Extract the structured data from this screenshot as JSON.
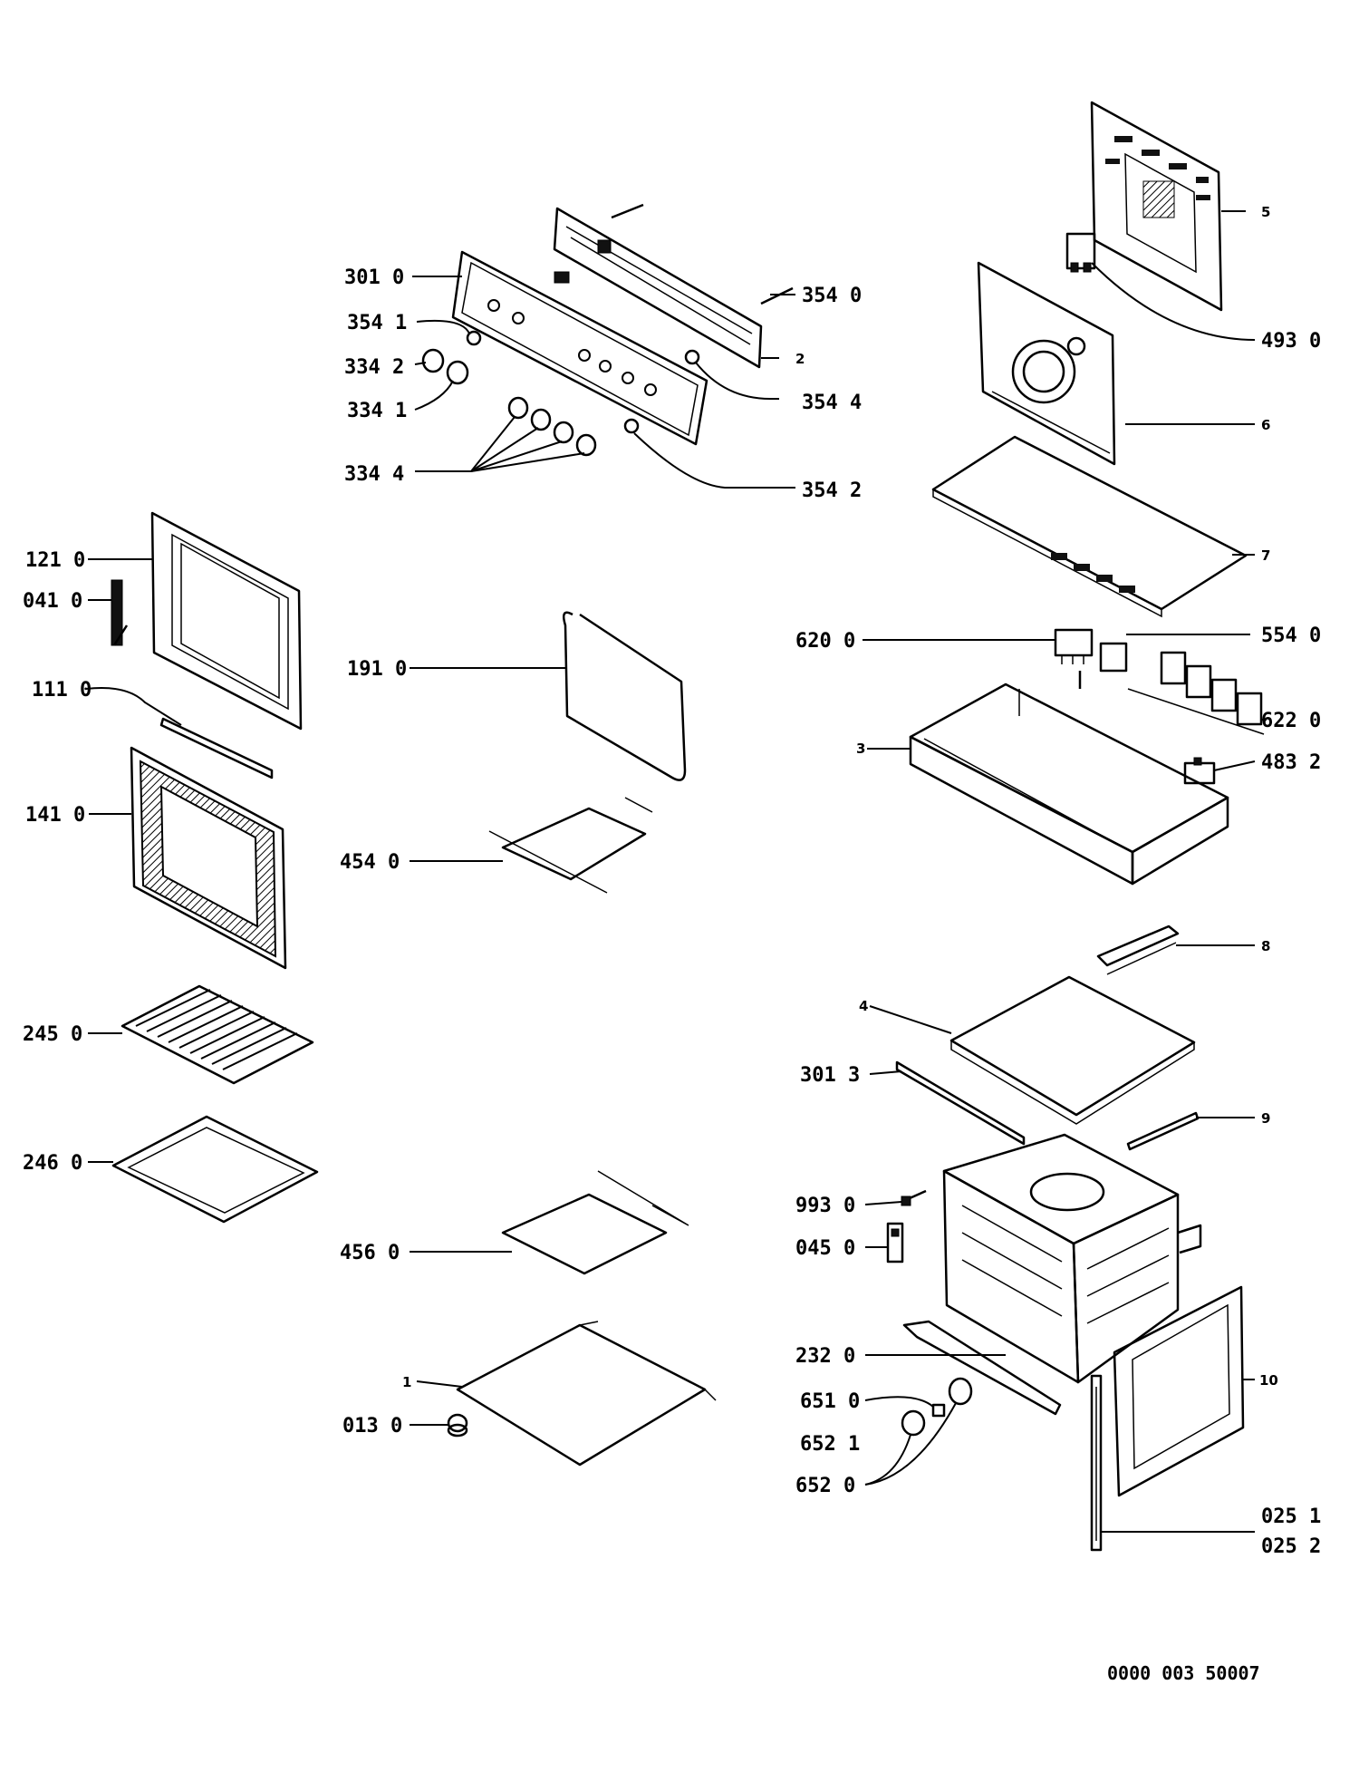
{
  "labels": {
    "l_301_0": "301 0",
    "l_354_1": "354 1",
    "l_334_2": "334 2",
    "l_334_1": "334 1",
    "l_334_4": "334 4",
    "l_354_0": "354 0",
    "l_2": "2",
    "l_354_4": "354 4",
    "l_354_2": "354 2",
    "l_5": "5",
    "l_493_0": "493 0",
    "l_6": "6",
    "l_7": "7",
    "l_121_0": "121 0",
    "l_041_0": "041 0",
    "l_111_0": "111 0",
    "l_141_0": "141 0",
    "l_245_0": "245 0",
    "l_246_0": "246 0",
    "l_191_0": "191 0",
    "l_454_0": "454 0",
    "l_456_0": "456 0",
    "l_1": "1",
    "l_013_0": "013 0",
    "l_620_0": "620 0",
    "l_554_0": "554 0",
    "l_622_0": "622 0",
    "l_3": "3",
    "l_483_2": "483 2",
    "l_8": "8",
    "l_4": "4",
    "l_301_3": "301 3",
    "l_9": "9",
    "l_993_0": "993 0",
    "l_045_0": "045 0",
    "l_232_0": "232 0",
    "l_651_0": "651 0",
    "l_652_1": "652 1",
    "l_652_0": "652 0",
    "l_10": "10",
    "l_025_1": "025 1",
    "l_025_2": "025 2"
  },
  "footer": {
    "code": "0000 003 50007"
  }
}
